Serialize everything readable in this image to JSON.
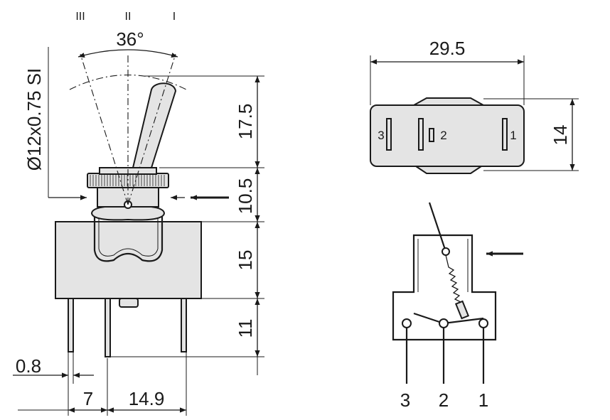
{
  "side_view": {
    "positions": [
      "III",
      "II",
      "I"
    ],
    "angle": "36°",
    "thread": "Ø12x0.75 SI",
    "dims_vertical": [
      "17.5",
      "10.5",
      "15",
      "11"
    ],
    "dims_horizontal": [
      "0.8",
      "7",
      "14.9"
    ]
  },
  "top_view": {
    "width": "29.5",
    "height": "14",
    "terminals": [
      "3",
      "2",
      "1"
    ]
  },
  "schematic": {
    "terminals": [
      "3",
      "2",
      "1"
    ]
  }
}
